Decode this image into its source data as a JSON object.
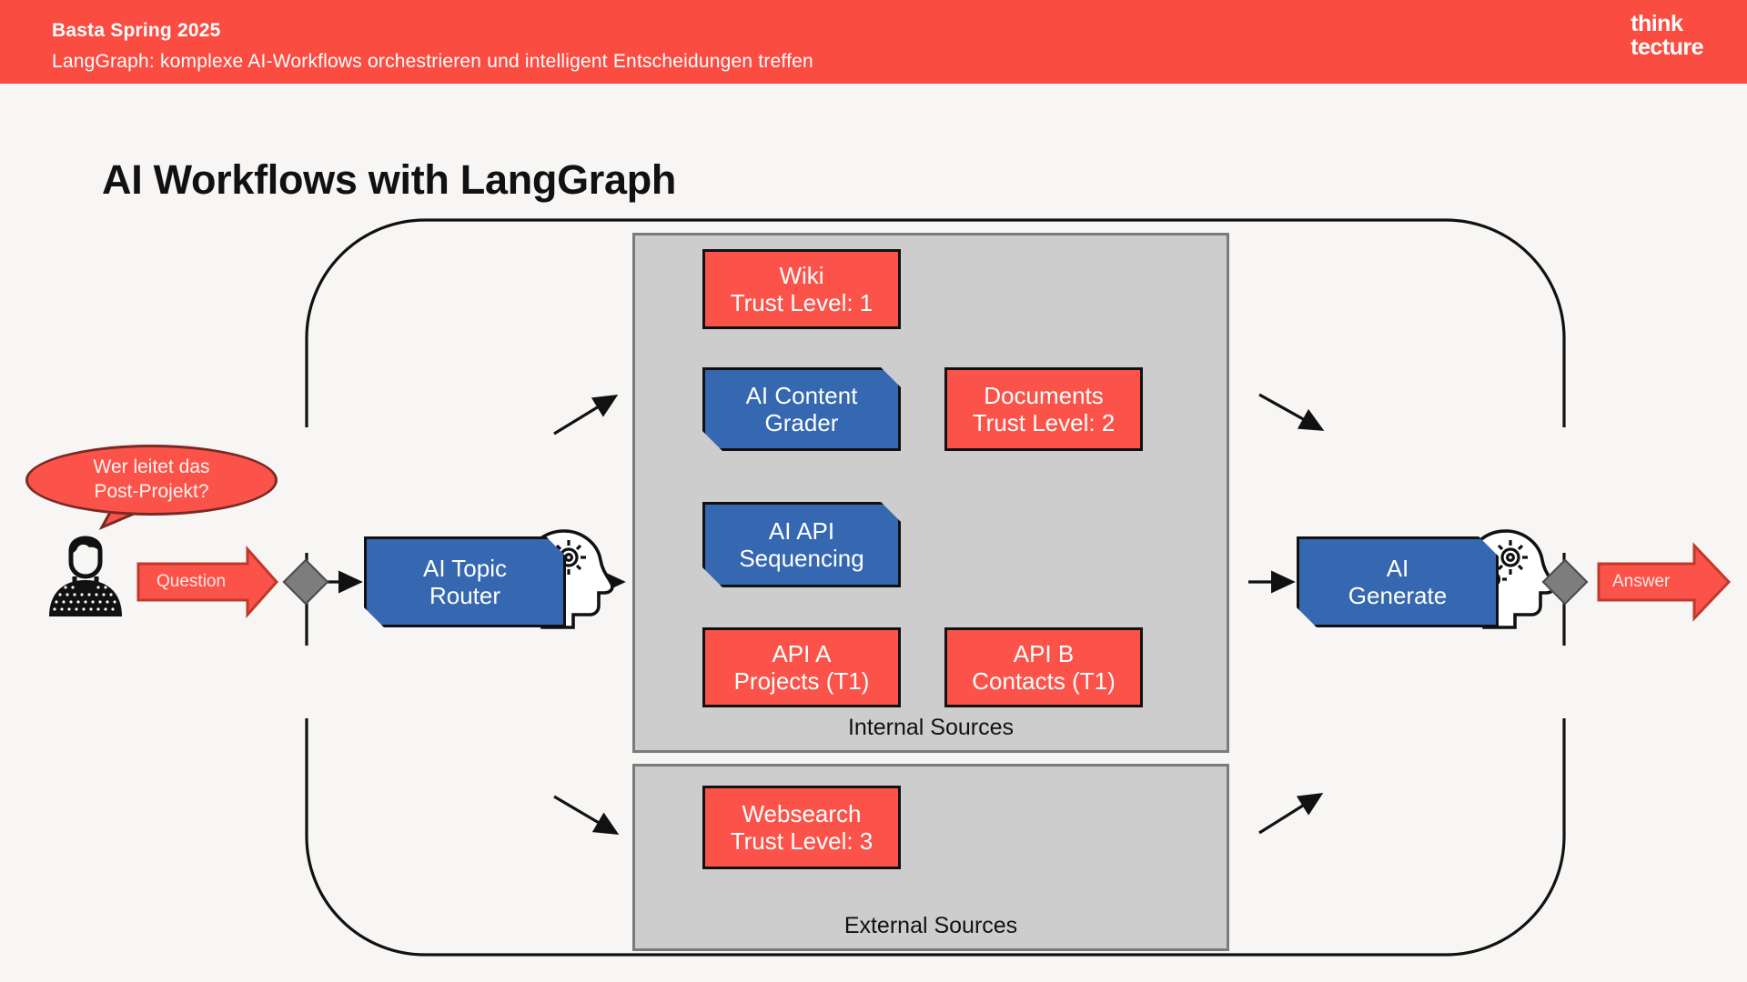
{
  "header": {
    "title": "Basta Spring 2025",
    "subtitle": "LangGraph: komplexe AI-Workflows orchestrieren und intelligent Entscheidungen treffen",
    "logo_line1": "think",
    "logo_line2": "tecture",
    "bg_color": "#fb4c42"
  },
  "page": {
    "title": "AI Workflows with LangGraph",
    "bg_color": "#f7f6f4"
  },
  "colors": {
    "red_node": "#fb5349",
    "blue_node": "#3568b0",
    "panel_fill": "#cdcdcd",
    "panel_border": "#7b7b7b",
    "diamond": "#7d7d7d",
    "stroke": "#111111"
  },
  "user": {
    "avatar_icon": "person-icon",
    "bubble_line1": "Wer leitet das",
    "bubble_line2": "Post-Projekt?"
  },
  "flow": {
    "question_arrow_label": "Question",
    "answer_arrow_label": "Answer",
    "start_node_icon": "diamond-start-icon",
    "end_node_icon": "diamond-end-icon"
  },
  "nodes": {
    "topic_router": {
      "line1": "AI Topic",
      "line2": "Router",
      "type": "blue",
      "icon": "ai-head-gears-icon"
    },
    "generate": {
      "line1": "AI",
      "line2": "Generate",
      "type": "blue",
      "icon": "ai-head-gears-icon"
    },
    "wiki": {
      "line1": "Wiki",
      "line2": "Trust Level: 1",
      "type": "red",
      "icon": "database-icon"
    },
    "content_grader": {
      "line1": "AI Content",
      "line2": "Grader",
      "type": "blue",
      "icon": "ai-head-gears-icon"
    },
    "documents": {
      "line1": "Documents",
      "line2": "Trust Level: 2",
      "type": "red",
      "icon": "globe-cursor-icon"
    },
    "api_sequencing": {
      "line1": "AI API",
      "line2": "Sequencing",
      "type": "blue",
      "icon": "ai-head-gears-icon"
    },
    "api_a": {
      "line1": "API A",
      "line2": "Projects (T1)",
      "type": "red",
      "icon": ""
    },
    "api_b": {
      "line1": "API B",
      "line2": "Contacts (T1)",
      "type": "red",
      "icon": ""
    },
    "websearch": {
      "line1": "Websearch",
      "line2": "Trust Level: 3",
      "type": "red",
      "icon": "globe-cursor-icon"
    }
  },
  "panels": {
    "internal": {
      "label": "Internal Sources"
    },
    "external": {
      "label": "External Sources"
    }
  }
}
